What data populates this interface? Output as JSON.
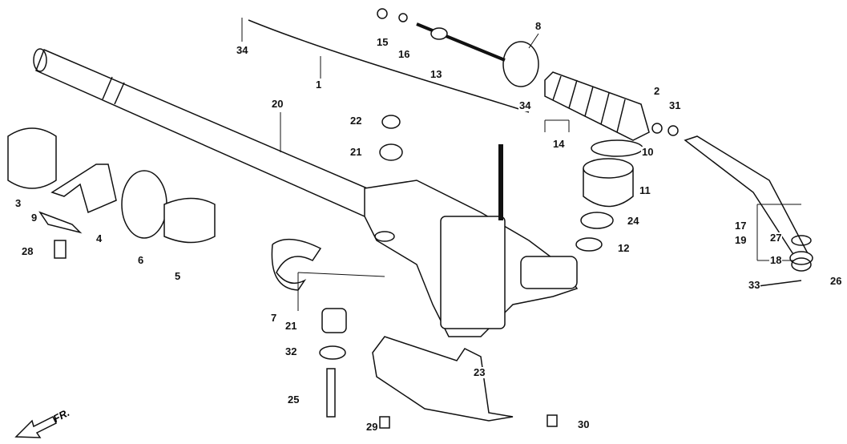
{
  "diagram": {
    "title": "Power steering gearbox exploded parts diagram",
    "direction_marker": "FR.",
    "part_labels": [
      "34",
      "1",
      "15",
      "16",
      "13",
      "8",
      "2",
      "31",
      "34",
      "14",
      "20",
      "22",
      "21",
      "10",
      "11",
      "24",
      "12",
      "3",
      "9",
      "4",
      "6",
      "5",
      "28",
      "7",
      "21",
      "32",
      "23",
      "25",
      "29",
      "30",
      "17",
      "19",
      "27",
      "18",
      "33",
      "26"
    ]
  }
}
